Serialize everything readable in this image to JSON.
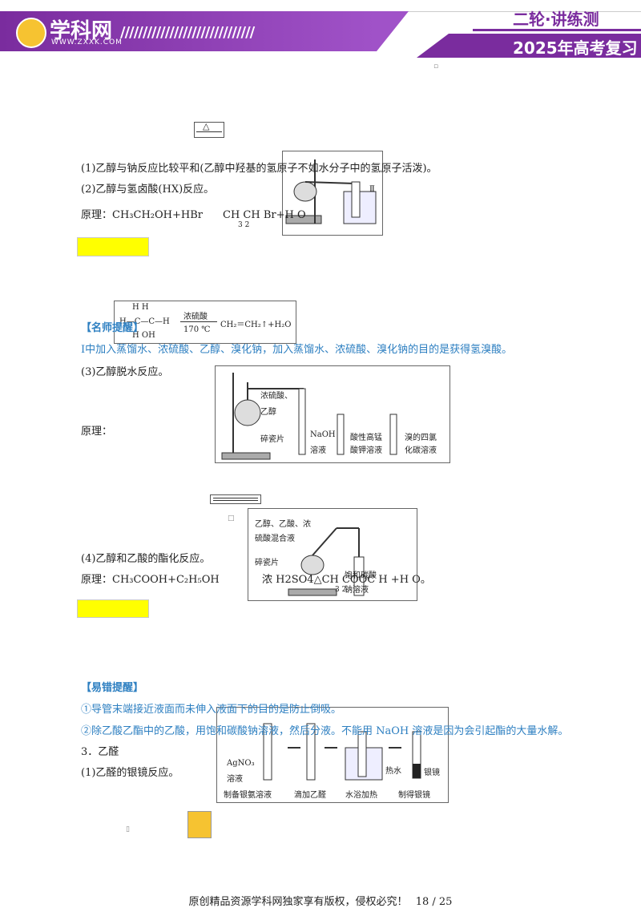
{
  "header": {
    "logo_text": "学科网",
    "logo_url": "WWW.ZXXK.COM",
    "stripes": "//////////////////////////////",
    "right_top": "二轮·讲练测",
    "right_sub": "2025年高考复习"
  },
  "arrow_heat": "△",
  "content": {
    "p1": "(1)乙醇与钠反应比较平和(乙醇中羟基的氢原子不如水分子中的氢原子活泼)。",
    "p2": "(2)乙醇与氢卤酸(HX)反应。",
    "p3_a": "原理：CH₃CH₂OH+HBr",
    "p3_b": "CH CH Br+H O",
    "p3_sub": "3    2",
    "tip1_title": "【名师提醒】",
    "tip1_text": "Ⅰ中加入蒸馏水、浓硫酸、乙醇、溴化钠，加入蒸馏水、浓硫酸、溴化钠的目的是获得氢溴酸。",
    "p4": "(3)乙醇脱水反应。",
    "p5": "原理：",
    "p6": "(4)乙醇和乙酸的酯化反应。",
    "p7_a": "原理：CH₃COOH+C₂H₅OH",
    "p7_b": "浓 H2SO4△CH COOC H +H O。",
    "p7_sub": "3          2",
    "tip2_title": "【易错提醒】",
    "tip2_l1": "①导管末端接近液面而未伸入液面下的目的是防止倒吸。",
    "tip2_l2": "②除乙酸乙酯中的乙酸，用饱和碳酸钠溶液，然后分液。不能用 NaOH 溶液是因为会引起酯的大量水解。",
    "p8": "3．乙醛",
    "p9": "(1)乙醛的银镜反应。"
  },
  "figures": {
    "fig1_label": "Ⅱ",
    "fig2": {
      "reagent": "浓硫酸",
      "temp": "170 ℃",
      "product": "CH₂＝CH₂↑+H₂O",
      "h_top": "H  H",
      "h_bottom": "H  OH",
      "mid": "H—C—C—H"
    },
    "fig3": {
      "l1": "浓硫酸、",
      "l2": "乙醇",
      "l3": "碎瓷片",
      "naoh1": "NaOH",
      "naoh2": "溶液",
      "kmno1": "酸性高锰",
      "kmno2": "酸钾溶液",
      "br1": "溴的四氯",
      "br2": "化碳溶液"
    },
    "fig4": {
      "l1": "乙醇、乙酸、浓",
      "l2": "硫酸混合液",
      "l3": "碎瓷片",
      "r1": "饱和碳酸",
      "r2": "钠溶液"
    },
    "fig5": {
      "agno": "AgNO₃",
      "agno2": "溶液",
      "hot": "热水",
      "mirror": "银镜",
      "c1": "制备银氨溶液",
      "c2": "滴加乙醛",
      "c3": "水浴加热",
      "c4": "制得银镜"
    }
  },
  "footer": "原创精品资源学科网独家享有版权，侵权必究！",
  "page_number": "18 / 25"
}
